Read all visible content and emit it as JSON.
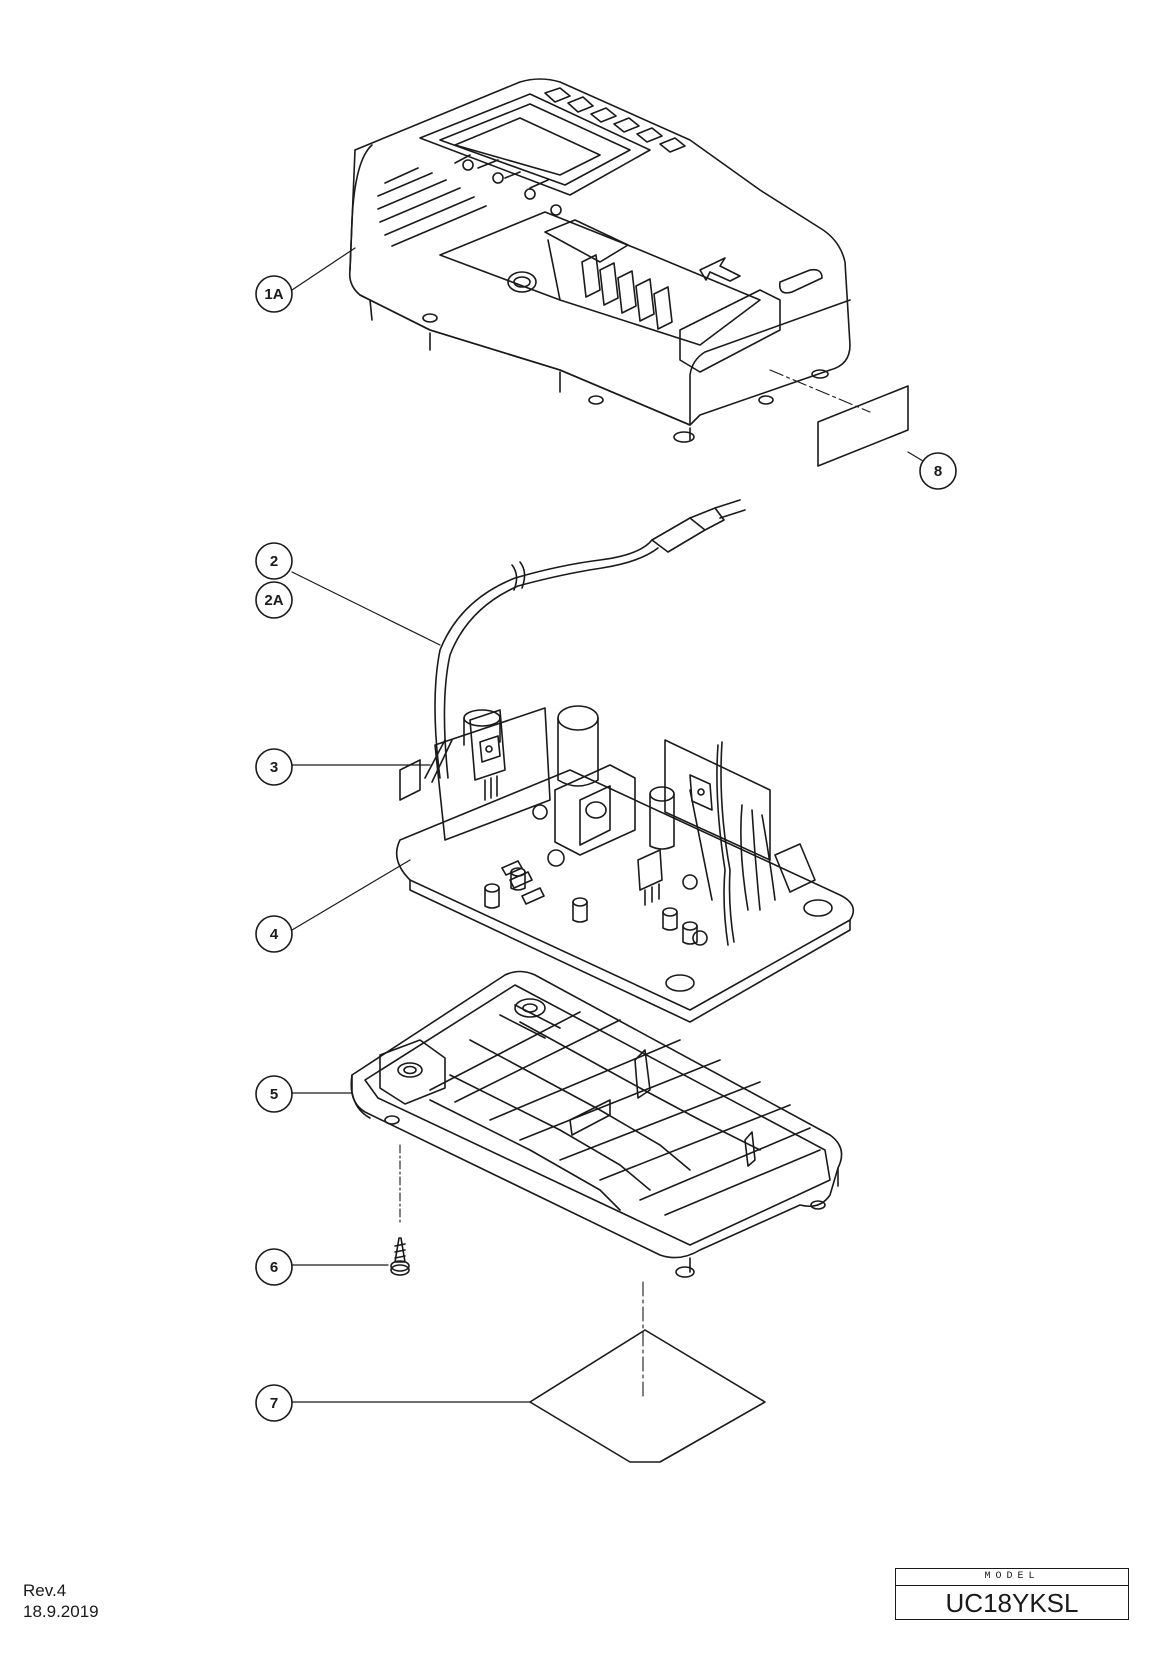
{
  "callouts": [
    {
      "id": "1A",
      "label": "1A"
    },
    {
      "id": "8",
      "label": "8"
    },
    {
      "id": "2",
      "label": "2"
    },
    {
      "id": "2A",
      "label": "2A"
    },
    {
      "id": "3",
      "label": "3"
    },
    {
      "id": "4",
      "label": "4"
    },
    {
      "id": "5",
      "label": "5"
    },
    {
      "id": "6",
      "label": "6"
    },
    {
      "id": "7",
      "label": "7"
    }
  ],
  "footer": {
    "revision": "Rev.4",
    "date": "18.9.2019",
    "model_label": "MODEL",
    "model_name": "UC18YKSL"
  },
  "colors": {
    "ink": "#1a1a1a",
    "paper": "#ffffff"
  }
}
